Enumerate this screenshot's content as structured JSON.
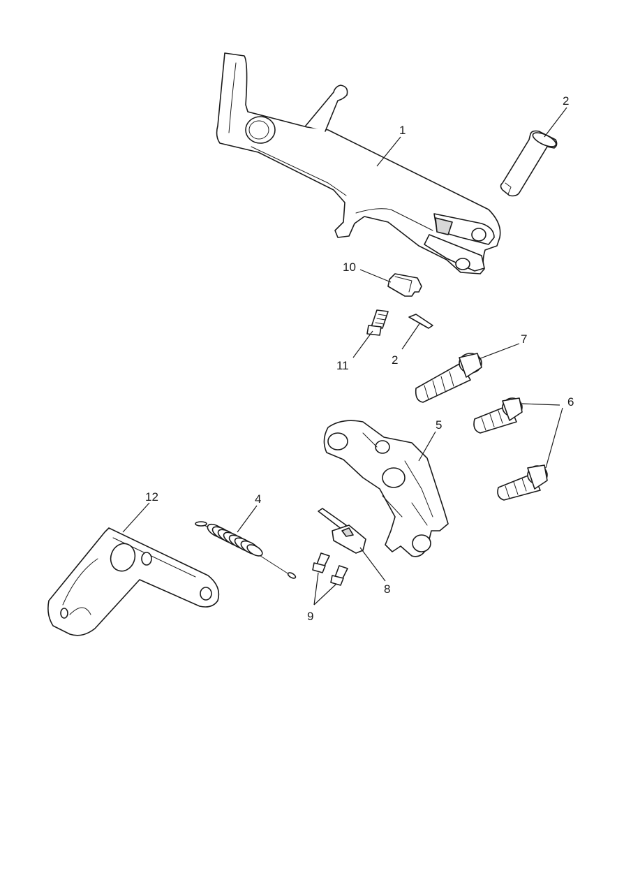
{
  "callouts": {
    "c1": "1",
    "c2a": "2",
    "c2b": "2",
    "c4": "4",
    "c5": "5",
    "c6": "6",
    "c7": "7",
    "c8": "8",
    "c9": "9",
    "c10": "10",
    "c11": "11",
    "c12": "12"
  },
  "colors": {
    "line": "#1a1a1a",
    "background": "#ffffff",
    "shade": "#d8d8d8"
  }
}
